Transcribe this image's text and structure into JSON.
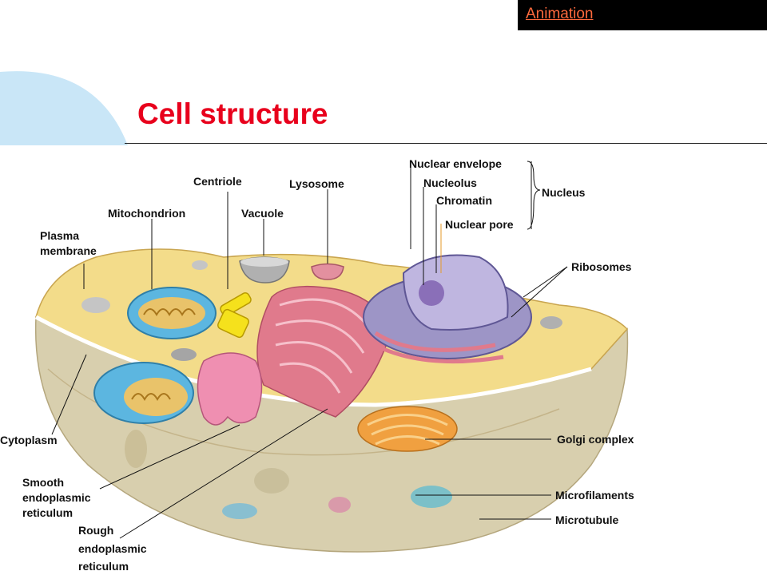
{
  "header": {
    "animation_link": "Animation",
    "title": "Cell structure"
  },
  "diagram": {
    "labels": {
      "nuclear_envelope": "Nuclear envelope",
      "nucleolus": "Nucleolus",
      "chromatin": "Chromatin",
      "nuclear_pore": "Nuclear pore",
      "nucleus": "Nucleus",
      "centriole": "Centriole",
      "lysosome": "Lysosome",
      "mitochondrion": "Mitochondrion",
      "vacuole": "Vacuole",
      "plasma_membrane_1": "Plasma",
      "plasma_membrane_2": "membrane",
      "ribosomes": "Ribosomes",
      "cytoplasm": "Cytoplasm",
      "golgi_complex": "Golgi complex",
      "smooth_er_1": "Smooth",
      "smooth_er_2": "endoplasmic",
      "smooth_er_3": "reticulum",
      "microfilaments": "Microfilaments",
      "microtubule": "Microtubule",
      "rough_er_1": "Rough",
      "rough_er_2": "endoplasmic",
      "rough_er_3": "reticulum"
    }
  },
  "colors": {
    "title": "#e8001c",
    "animation_link": "#ff6a3d",
    "animation_box": "#000000",
    "corner_arc": "#c9e6f7",
    "cytoplasm": "#f3dc8a",
    "cell_lower": "#d8cfae",
    "nucleus": "#9d95c6",
    "rough_er": "#e07a8c",
    "golgi": "#f0a040",
    "mitochondrion": "#5cb6e0"
  }
}
